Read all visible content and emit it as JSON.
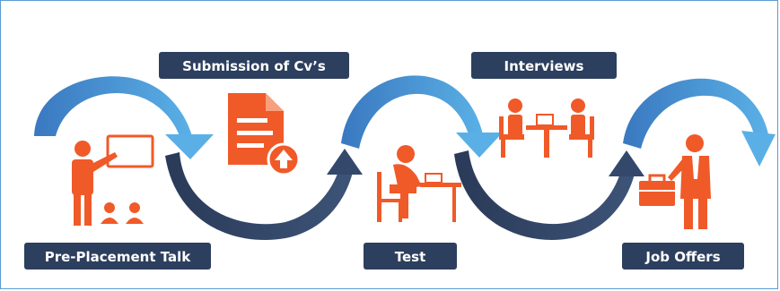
{
  "steps": [
    {
      "label": "Pre-Placement Talk",
      "icon": "presenter-icon"
    },
    {
      "label": "Submission of Cv’s",
      "icon": "document-upload-icon"
    },
    {
      "label": "Test",
      "icon": "test-taker-icon"
    },
    {
      "label": "Interviews",
      "icon": "interview-icon"
    },
    {
      "label": "Job Offers",
      "icon": "job-offer-icon"
    }
  ],
  "colors": {
    "orange": "#f05a28",
    "dark_navy": "#2e3f5f",
    "blue_arc": "#2f6db5",
    "light_blue": "#5aa4de",
    "label_bg": "#2d3f5e",
    "frame": "#5b9bd5"
  }
}
